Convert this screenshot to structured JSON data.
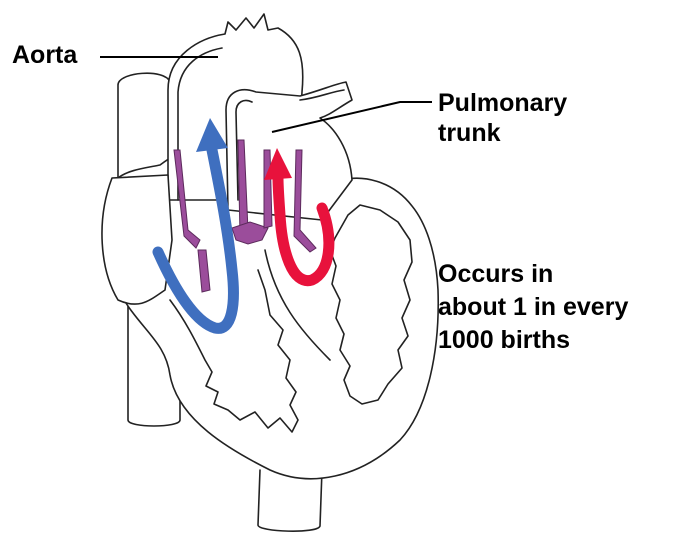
{
  "labels": {
    "aorta": "Aorta",
    "pulmonary_trunk": [
      "Pulmonary",
      "trunk"
    ],
    "incidence": [
      "Occurs in",
      "about 1 in every",
      "1000 births"
    ]
  },
  "colors": {
    "outline": "#222222",
    "deoxygenated_flow": "#3f6fbf",
    "oxygenated_flow": "#e8123c",
    "septum_defect": "#9b4d9b",
    "background": "#ffffff"
  },
  "icons": {
    "blue_arrow": "arrow-up-icon",
    "red_arrow": "arrow-up-icon"
  }
}
